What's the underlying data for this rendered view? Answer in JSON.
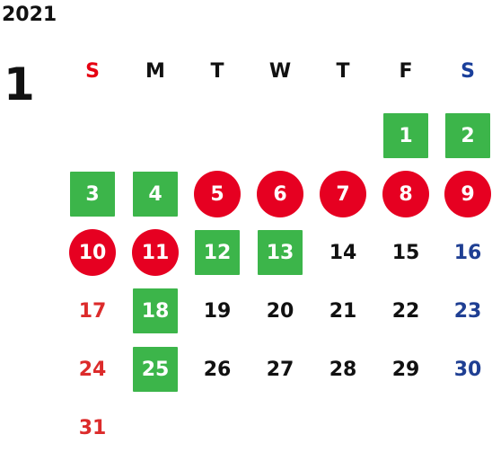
{
  "year": "2021",
  "month": "1",
  "weekdays": [
    {
      "label": "S",
      "color": "#e60012"
    },
    {
      "label": "M",
      "color": "#111111"
    },
    {
      "label": "T",
      "color": "#111111"
    },
    {
      "label": "W",
      "color": "#111111"
    },
    {
      "label": "T",
      "color": "#111111"
    },
    {
      "label": "F",
      "color": "#111111"
    },
    {
      "label": "S",
      "color": "#1a3f9b"
    }
  ],
  "colors": {
    "green_bg": "#3cb54a",
    "red_bg": "#e60021",
    "sunday_text": "#dc2b2b",
    "saturday_text": "#1f3f93",
    "weekday_text": "#111111",
    "highlight_text": "#ffffff"
  },
  "days": [
    {
      "day": "1",
      "col": 5,
      "row": 0,
      "style": "green"
    },
    {
      "day": "2",
      "col": 6,
      "row": 0,
      "style": "green"
    },
    {
      "day": "3",
      "col": 0,
      "row": 1,
      "style": "green"
    },
    {
      "day": "4",
      "col": 1,
      "row": 1,
      "style": "green"
    },
    {
      "day": "5",
      "col": 2,
      "row": 1,
      "style": "red"
    },
    {
      "day": "6",
      "col": 3,
      "row": 1,
      "style": "red"
    },
    {
      "day": "7",
      "col": 4,
      "row": 1,
      "style": "red"
    },
    {
      "day": "8",
      "col": 5,
      "row": 1,
      "style": "red"
    },
    {
      "day": "9",
      "col": 6,
      "row": 1,
      "style": "red"
    },
    {
      "day": "10",
      "col": 0,
      "row": 2,
      "style": "red"
    },
    {
      "day": "11",
      "col": 1,
      "row": 2,
      "style": "red"
    },
    {
      "day": "12",
      "col": 2,
      "row": 2,
      "style": "green"
    },
    {
      "day": "13",
      "col": 3,
      "row": 2,
      "style": "green"
    },
    {
      "day": "14",
      "col": 4,
      "row": 2,
      "style": "plain"
    },
    {
      "day": "15",
      "col": 5,
      "row": 2,
      "style": "plain"
    },
    {
      "day": "16",
      "col": 6,
      "row": 2,
      "style": "plain"
    },
    {
      "day": "17",
      "col": 0,
      "row": 3,
      "style": "plain"
    },
    {
      "day": "18",
      "col": 1,
      "row": 3,
      "style": "green"
    },
    {
      "day": "19",
      "col": 2,
      "row": 3,
      "style": "plain"
    },
    {
      "day": "20",
      "col": 3,
      "row": 3,
      "style": "plain"
    },
    {
      "day": "21",
      "col": 4,
      "row": 3,
      "style": "plain"
    },
    {
      "day": "22",
      "col": 5,
      "row": 3,
      "style": "plain"
    },
    {
      "day": "23",
      "col": 6,
      "row": 3,
      "style": "plain"
    },
    {
      "day": "24",
      "col": 0,
      "row": 4,
      "style": "plain"
    },
    {
      "day": "25",
      "col": 1,
      "row": 4,
      "style": "green"
    },
    {
      "day": "26",
      "col": 2,
      "row": 4,
      "style": "plain"
    },
    {
      "day": "27",
      "col": 3,
      "row": 4,
      "style": "plain"
    },
    {
      "day": "28",
      "col": 4,
      "row": 4,
      "style": "plain"
    },
    {
      "day": "29",
      "col": 5,
      "row": 4,
      "style": "plain"
    },
    {
      "day": "30",
      "col": 6,
      "row": 4,
      "style": "plain"
    },
    {
      "day": "31",
      "col": 0,
      "row": 5,
      "style": "plain"
    }
  ]
}
